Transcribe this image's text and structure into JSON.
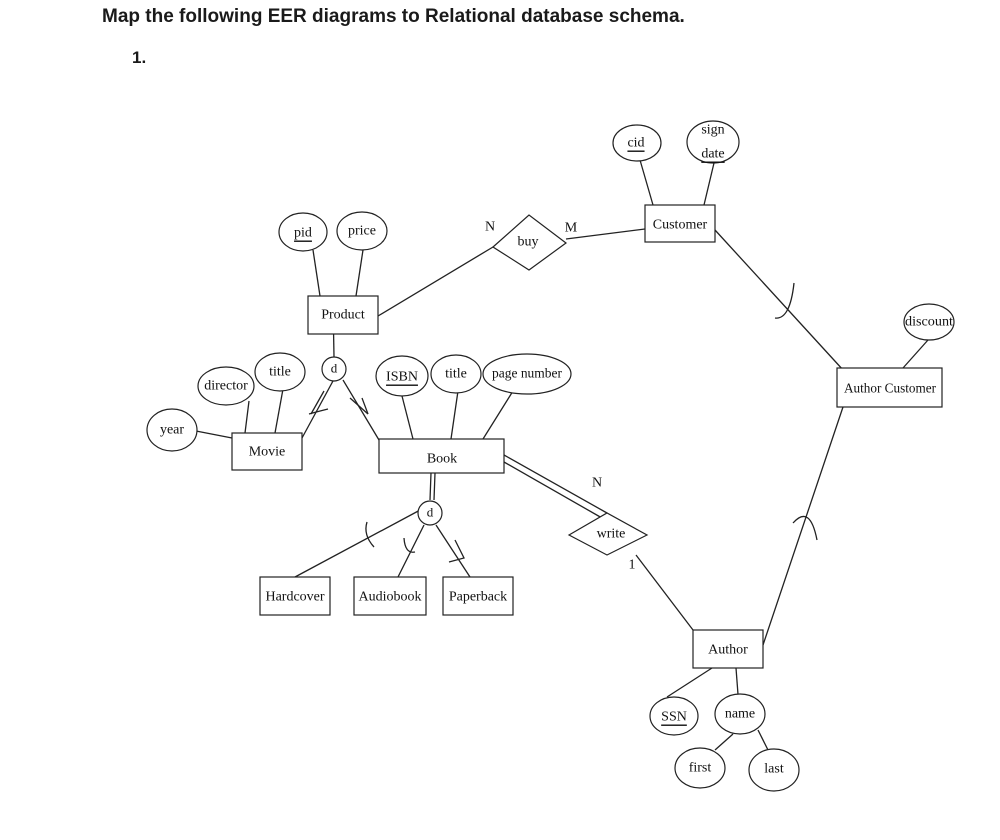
{
  "heading": "Map the following EER diagrams to Relational database schema.",
  "question_number": "1.",
  "entities": {
    "product": "Product",
    "customer": "Customer",
    "movie": "Movie",
    "book": "Book",
    "hardcover": "Hardcover",
    "audiobook": "Audiobook",
    "paperback": "Paperback",
    "author": "Author",
    "author_customer": "Author Customer"
  },
  "relationships": {
    "buy": "buy",
    "write": "write"
  },
  "attributes": {
    "pid": "pid",
    "price": "price",
    "cid": "cid",
    "sign_date_1": "sign",
    "sign_date_2": "date",
    "discount": "discount",
    "director": "director",
    "movie_title": "title",
    "year": "year",
    "isbn": "ISBN",
    "book_title": "title",
    "page_number": "page number",
    "ssn": "SSN",
    "name": "name",
    "first": "first",
    "last": "last"
  },
  "specializations": {
    "product_disjoint": "d",
    "book_disjoint": "d"
  },
  "cardinalities": {
    "buy_product": "N",
    "buy_customer": "M",
    "write_book": "N",
    "write_author": "1"
  }
}
